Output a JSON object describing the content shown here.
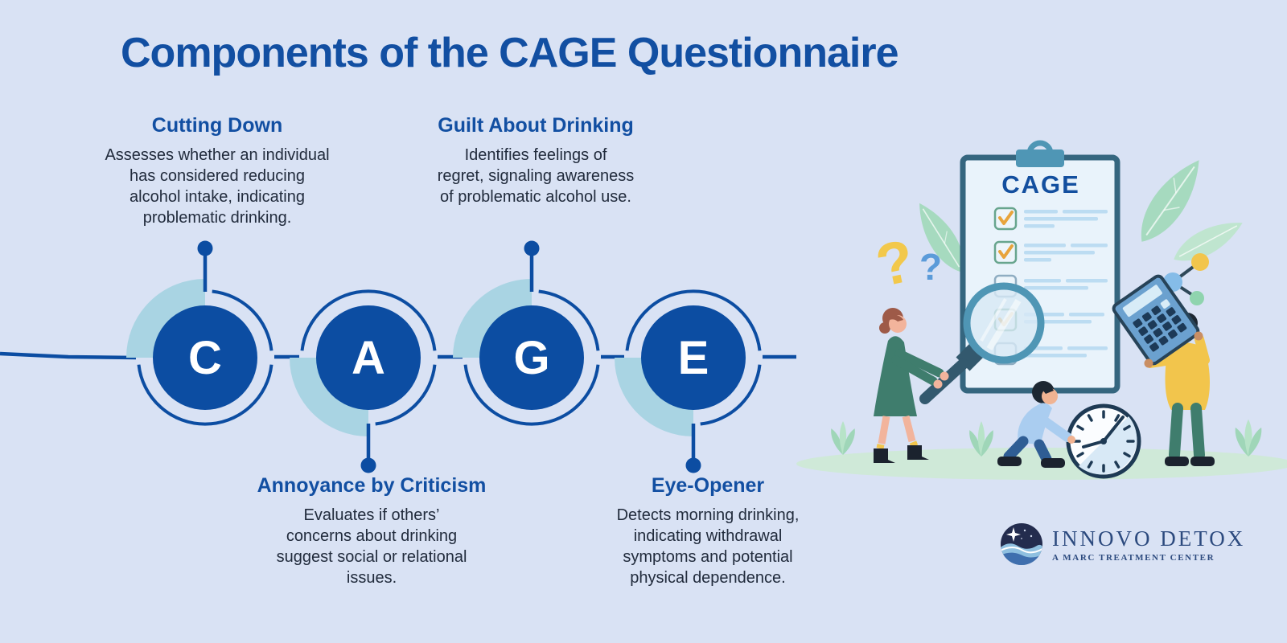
{
  "title": "Components of the CAGE Questionnaire",
  "steps": [
    {
      "letter": "C",
      "heading": "Cutting Down",
      "description": "Assesses whether an individual\nhas considered reducing\nalcohol intake, indicating\nproblematic drinking."
    },
    {
      "letter": "A",
      "heading": "Annoyance by Criticism",
      "description": "Evaluates if others’\nconcerns about drinking\nsuggest social or relational\nissues."
    },
    {
      "letter": "G",
      "heading": "Guilt About Drinking",
      "description": "Identifies feelings of\nregret, signaling awareness\nof problematic alcohol use."
    },
    {
      "letter": "E",
      "heading": "Eye-Opener",
      "description": "Detects morning drinking,\nindicating withdrawal\nsymptoms and potential\nphysical dependence."
    }
  ],
  "illustration": {
    "clipboard_title": "CAGE",
    "checklist": [
      {
        "checked": true
      },
      {
        "checked": true
      },
      {
        "checked": false
      },
      {
        "checked": true
      },
      {
        "checked": false
      }
    ]
  },
  "icons": {
    "question_mark": "?"
  },
  "logo": {
    "name": "INNOVO DETOX",
    "tagline": "A MARC TREATMENT CENTER"
  },
  "colors": {
    "background": "#d9e2f4",
    "primary_blue": "#124fa2",
    "circle_blue": "#0c4da2",
    "arc_light_blue": "#a9d4e3",
    "body_text": "#212b3c",
    "check_orange": "#e8a43c",
    "clipboard_frame": "#35667f",
    "leaf_green": "#a6dabf",
    "ground_green": "#cfe9d8"
  }
}
